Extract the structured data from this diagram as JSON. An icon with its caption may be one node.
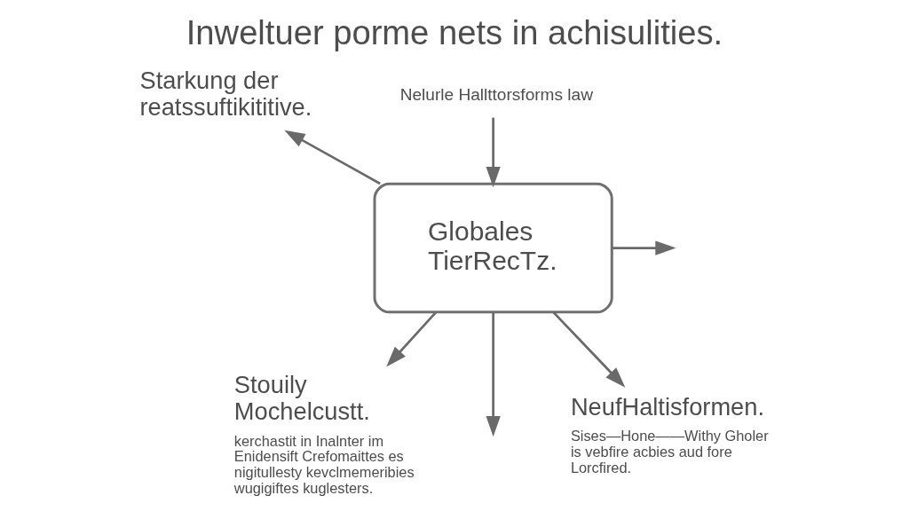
{
  "diagram": {
    "title": "Inweltuer porme nets in achisulities.",
    "nodes": [
      {
        "text": [
          "Starkung der reatssuftikititive."
        ]
      },
      {
        "text": [
          "Nelurle Hallttorsforms law"
        ]
      },
      {
        "text": [
          "Globales TierRecTz."
        ]
      },
      {
        "text": [
          "Stouily Mochelcustt.",
          "kerchastit in Inalnter im Enidensift Crefomaittes es nigitullesty kevclmemeribies wugigiftes kuglesters."
        ]
      },
      {
        "text": [
          "NeufHaltisformen.",
          "Sises—Hone——Withy Gholer is vebfire acbies aud fore Lorcfired."
        ]
      }
    ],
    "edges": [
      {
        "from": 1,
        "to": 2,
        "arrow": "to"
      },
      {
        "from": 2,
        "to": 0,
        "arrow": "to"
      },
      {
        "from": 2,
        "to": null,
        "arrow": "to"
      },
      {
        "from": 2,
        "to": 3,
        "arrow": "to"
      },
      {
        "from": 2,
        "to": null,
        "arrow": "to"
      },
      {
        "from": 2,
        "to": 4,
        "arrow": "to"
      }
    ]
  }
}
